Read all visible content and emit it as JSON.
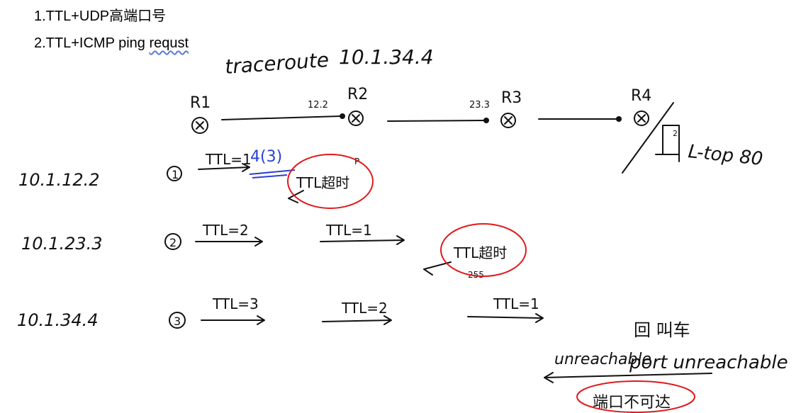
{
  "notes": {
    "line1": "1.TTL+UDP高端口号",
    "line2_prefix": "2.TTL+ICMP ping ",
    "line2_word": "requst"
  },
  "command": {
    "name": "traceroute",
    "target": "10.1.34.4"
  },
  "routers": [
    {
      "label": "R1"
    },
    {
      "label": "R2",
      "interface": "12.2"
    },
    {
      "label": "R3",
      "interface": "23.3"
    },
    {
      "label": "R4"
    }
  ],
  "r4_note": "L-top 80",
  "r4_small": "2",
  "hops": [
    {
      "addr": "10.1.12.2",
      "num": "1",
      "ttls": [
        "TTL=1"
      ],
      "note": "4(3)",
      "timeout": "TTL超时",
      "timeout_small": "P"
    },
    {
      "addr": "10.1.23.3",
      "num": "2",
      "ttls": [
        "TTL=2",
        "TTL=1"
      ],
      "timeout": "TTL超时",
      "timeout_small": "255"
    },
    {
      "addr": "10.1.34.4",
      "num": "3",
      "ttls": [
        "TTL=3",
        "TTL=2",
        "TTL=1"
      ]
    }
  ],
  "reply": {
    "title": "回 叫车",
    "left": "unreachable",
    "right": "port unreachable",
    "circled": "端口不可达"
  },
  "colors": {
    "ink": "#111111",
    "circle": "#e0191b",
    "blue": "#2a3fd4"
  }
}
